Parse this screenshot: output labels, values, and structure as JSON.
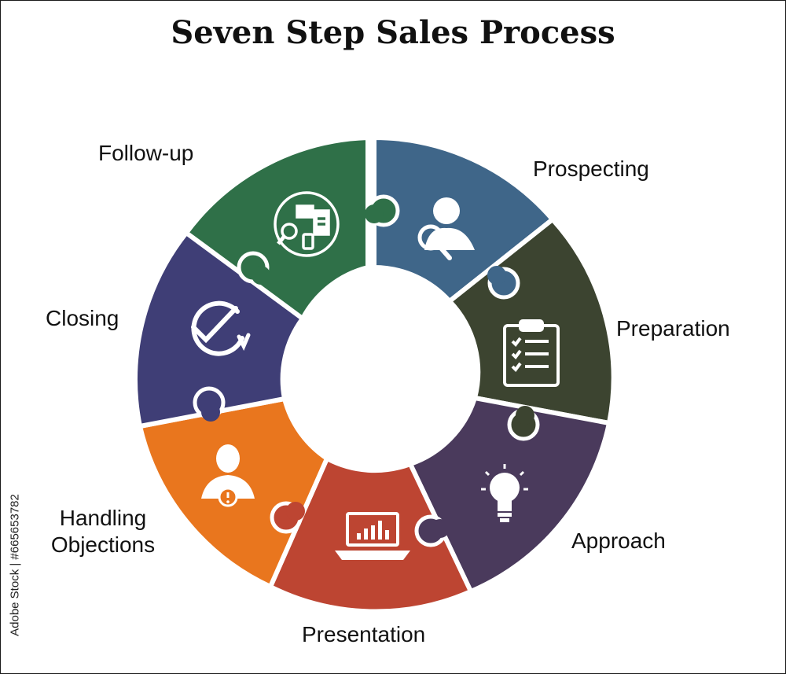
{
  "title": "Seven Step Sales Process",
  "credit": "Adobe Stock | #665653782",
  "steps": [
    {
      "label": "Prospecting",
      "color": "#3f6689",
      "icon": "user-search-icon"
    },
    {
      "label": "Preparation",
      "color": "#3c4430",
      "icon": "clipboard-checklist-icon"
    },
    {
      "label": "Approach",
      "color": "#4a3a5c",
      "icon": "lightbulb-icon"
    },
    {
      "label": "Presentation",
      "color": "#bd4532",
      "icon": "laptop-chart-icon"
    },
    {
      "label_lines": [
        "Handling",
        "Objections"
      ],
      "color": "#e9761e",
      "icon": "person-alert-icon"
    },
    {
      "label": "Closing",
      "color": "#3f3e76",
      "icon": "check-cycle-icon"
    },
    {
      "label": "Follow-up",
      "color": "#2f7048",
      "icon": "message-search-icon"
    }
  ]
}
